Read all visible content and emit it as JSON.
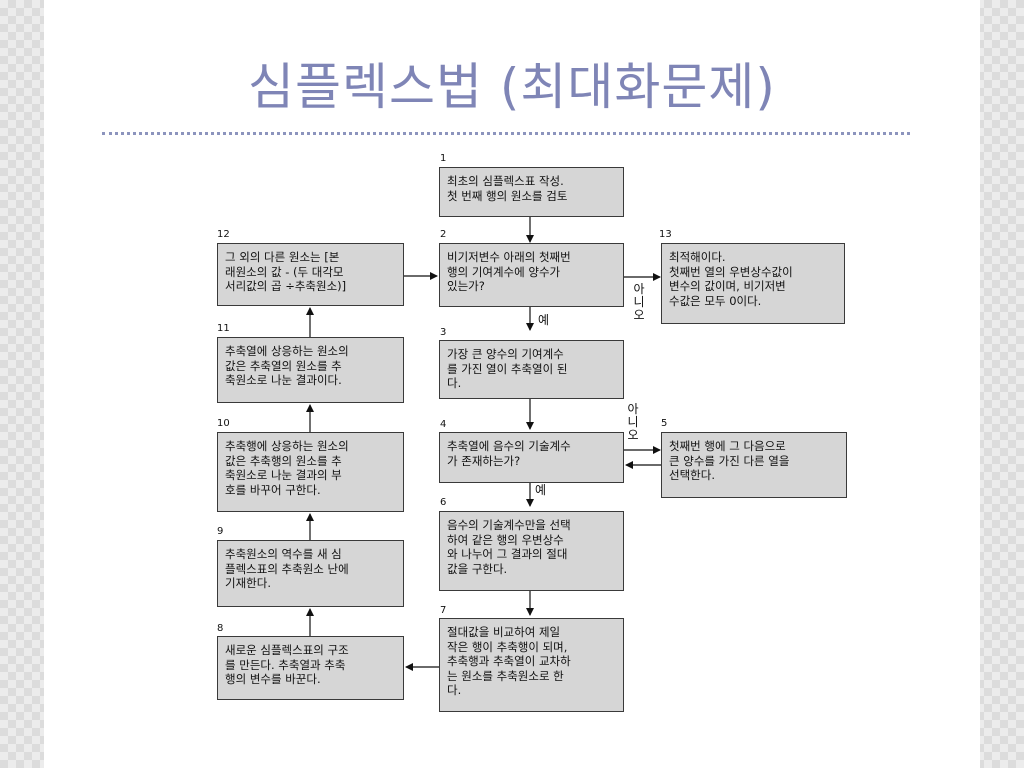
{
  "slide": {
    "title": "심플렉스법 (최대화문제)"
  },
  "steps": [
    {
      "id": "s1",
      "number": "1",
      "text": "최초의 심플렉스표 작성.\n첫 번째 행의 원소를 검토"
    },
    {
      "id": "s2",
      "number": "2",
      "text": "비기저변수 아래의 첫째번\n행의 기여계수에 양수가\n있는가?"
    },
    {
      "id": "s3",
      "number": "3",
      "text": "가장 큰 양수의 기여계수\n를 가진 열이 추축열이 된\n다."
    },
    {
      "id": "s4",
      "number": "4",
      "text": "추축열에 음수의 기술계수\n가 존재하는가?"
    },
    {
      "id": "s5",
      "number": "5",
      "text": "첫째번 행에 그 다음으로\n큰 양수를 가진 다른 열을\n선택한다."
    },
    {
      "id": "s6",
      "number": "6",
      "text": "음수의 기술계수만을 선택\n하여 같은 행의 우변상수\n와 나누어 그 결과의 절대\n값을 구한다."
    },
    {
      "id": "s7",
      "number": "7",
      "text": "절대값을 비교하여 제일\n작은 행이 추축행이 되며,\n추축행과 추축열이 교차하\n는 원소를 추축원소로 한\n다."
    },
    {
      "id": "s8",
      "number": "8",
      "text": "새로운 심플렉스표의 구조\n를 만든다. 추축열과 추축\n행의 변수를 바꾼다."
    },
    {
      "id": "s9",
      "number": "9",
      "text": "추축원소의 역수를 새 심\n플렉스표의 추축원소 난에\n기재한다."
    },
    {
      "id": "s10",
      "number": "10",
      "text": "추축행에 상응하는 원소의\n값은 추축행의 원소를 추\n축원소로 나눈 결과의 부\n호를 바꾸어 구한다."
    },
    {
      "id": "s11",
      "number": "11",
      "text": "추축열에 상응하는 원소의\n값은 추축열의 원소를 추\n축원소로 나눈 결과이다."
    },
    {
      "id": "s12",
      "number": "12",
      "text": "그 외의 다른 원소는 [본\n래원소의 값 - (두 대각모\n서리값의 곱 ÷추축원소)]"
    },
    {
      "id": "s13",
      "number": "13",
      "text": "최적해이다.\n첫째번 열의 우변상수값이\n변수의 값이며, 비기저변\n수값은 모두 0이다."
    }
  ],
  "labels": {
    "yes_2_3": "예",
    "no_2_13": "아니오",
    "no_4_5": "아니오",
    "yes_4_6": "예"
  }
}
